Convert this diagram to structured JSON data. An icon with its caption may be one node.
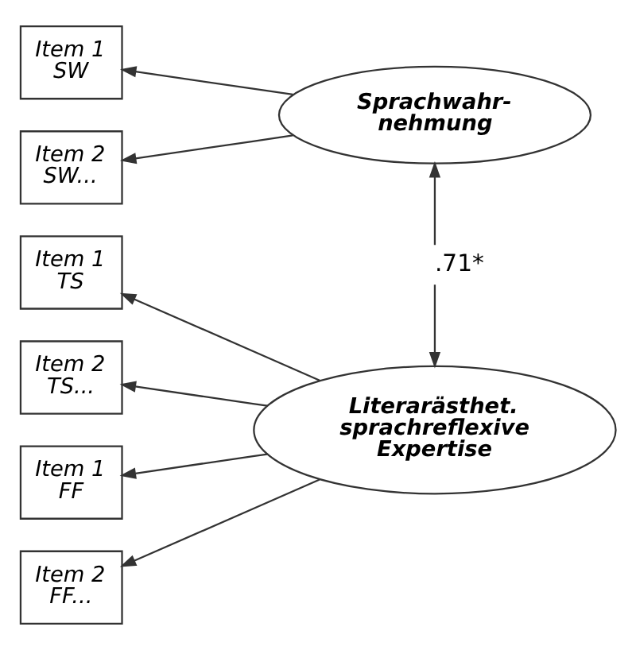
{
  "diagram": {
    "nodes": [
      {
        "text": [
          "Item 1 SW"
        ]
      },
      {
        "text": [
          "Item 2 SW..."
        ]
      },
      {
        "text": [
          "Item 1 TS"
        ]
      },
      {
        "text": [
          "Item 2 TS..."
        ]
      },
      {
        "text": [
          "Item 1 FF"
        ]
      },
      {
        "text": [
          "Item 2 FF..."
        ]
      },
      {
        "text": [
          "Sprachwahr- nehmung"
        ]
      },
      {
        "text": [
          "Literarästhet. sprachreflexive Expertise"
        ]
      }
    ],
    "edges": [
      {
        "from": 6,
        "to": 0,
        "arrow": "to"
      },
      {
        "from": 6,
        "to": 1,
        "arrow": "to"
      },
      {
        "from": 7,
        "to": 2,
        "arrow": "to"
      },
      {
        "from": 7,
        "to": 3,
        "arrow": "to"
      },
      {
        "from": 7,
        "to": 4,
        "arrow": "to"
      },
      {
        "from": 7,
        "to": 5,
        "arrow": "to"
      },
      {
        "from": 6,
        "to": 7,
        "arrow": "both",
        "label": ".71*"
      }
    ]
  }
}
